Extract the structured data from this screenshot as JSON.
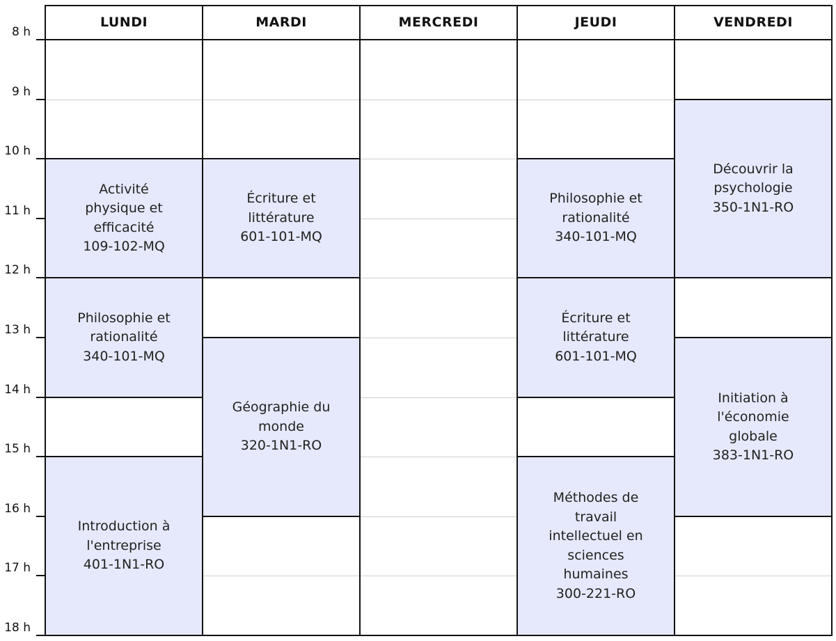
{
  "days": [
    "LUNDI",
    "MARDI",
    "MERCREDI",
    "JEUDI",
    "VENDREDI"
  ],
  "hours": [
    "8 h",
    "9 h",
    "10 h",
    "11 h",
    "12 h",
    "13 h",
    "14 h",
    "15 h",
    "16 h",
    "17 h",
    "18 h"
  ],
  "colors": {
    "course_fill": "#e6e9fc",
    "border": "#111111",
    "gridline": "#cfcfcf"
  },
  "courses": [
    {
      "day": 0,
      "start": 10,
      "end": 12,
      "lines": [
        "Activité",
        "physique et",
        "efficacité",
        "109-102-MQ"
      ]
    },
    {
      "day": 0,
      "start": 12,
      "end": 14,
      "lines": [
        "Philosophie et",
        "rationalité",
        "340-101-MQ"
      ]
    },
    {
      "day": 0,
      "start": 15,
      "end": 18,
      "lines": [
        "Introduction à",
        "l'entreprise",
        "401-1N1-RO"
      ]
    },
    {
      "day": 1,
      "start": 10,
      "end": 12,
      "lines": [
        "Écriture et",
        "littérature",
        "601-101-MQ"
      ]
    },
    {
      "day": 1,
      "start": 13,
      "end": 16,
      "lines": [
        "Géographie du",
        "monde",
        "320-1N1-RO"
      ]
    },
    {
      "day": 3,
      "start": 10,
      "end": 12,
      "lines": [
        "Philosophie et",
        "rationalité",
        "340-101-MQ"
      ]
    },
    {
      "day": 3,
      "start": 12,
      "end": 14,
      "lines": [
        "Écriture et",
        "littérature",
        "601-101-MQ"
      ]
    },
    {
      "day": 3,
      "start": 15,
      "end": 18,
      "lines": [
        "Méthodes de",
        "travail",
        "intellectuel en",
        "sciences",
        "humaines",
        "300-221-RO"
      ]
    },
    {
      "day": 4,
      "start": 9,
      "end": 12,
      "lines": [
        "Découvrir la",
        "psychologie",
        "350-1N1-RO"
      ]
    },
    {
      "day": 4,
      "start": 13,
      "end": 16,
      "lines": [
        "Initiation à",
        "l'économie",
        "globale",
        "383-1N1-RO"
      ]
    }
  ]
}
